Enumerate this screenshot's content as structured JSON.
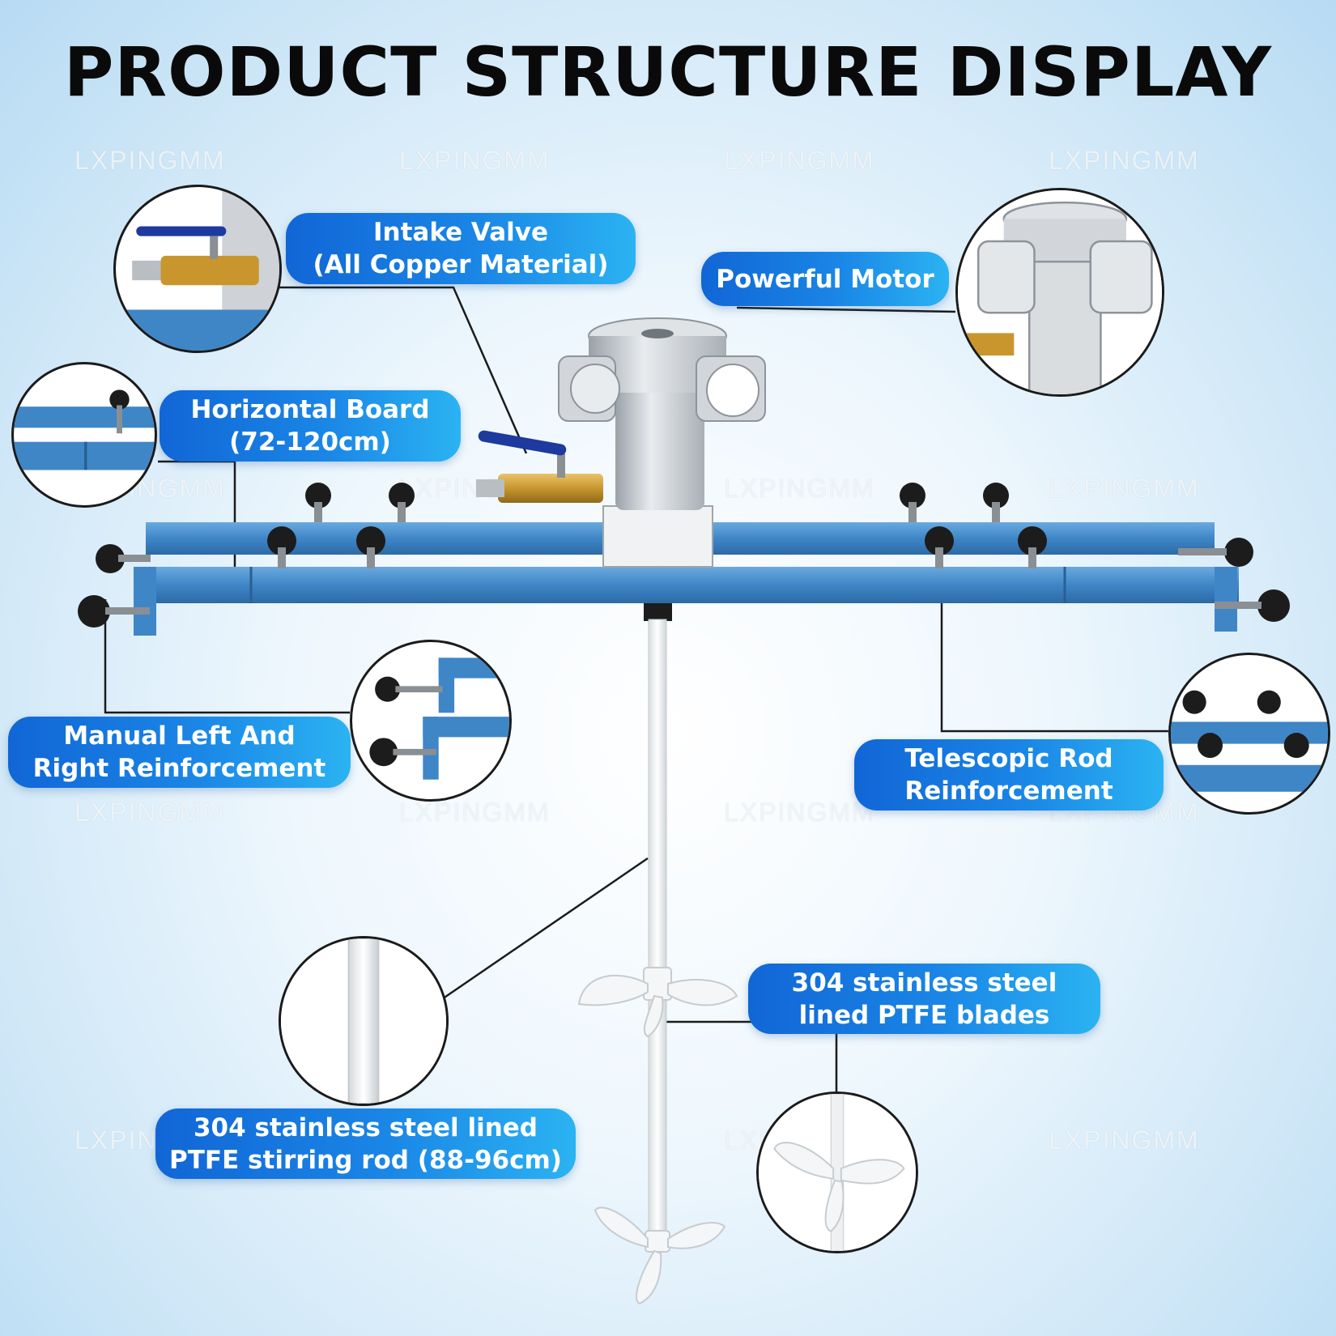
{
  "title": "PRODUCT STRUCTURE DISPLAY",
  "watermark": "LXPINGMM",
  "labels": {
    "intake_valve": [
      "Intake Valve",
      "(All Copper Material)"
    ],
    "powerful_motor": [
      "Powerful Motor"
    ],
    "horizontal_board": [
      "Horizontal Board",
      "(72-120cm)"
    ],
    "manual_reinforcement": [
      "Manual Left And",
      "Right Reinforcement"
    ],
    "telescopic_rod": [
      "Telescopic Rod",
      "Reinforcement"
    ],
    "blades": [
      "304 stainless steel",
      "lined PTFE blades"
    ],
    "stirring_rod": [
      "304 stainless steel lined",
      "PTFE stirring rod (88-96cm)"
    ]
  },
  "colors": {
    "frame_blue": "#3f86c7",
    "pill_start": "#1166d6",
    "pill_end": "#2bb3f2",
    "motor_silver": "#c9ced3",
    "brass": "#c9962e"
  }
}
